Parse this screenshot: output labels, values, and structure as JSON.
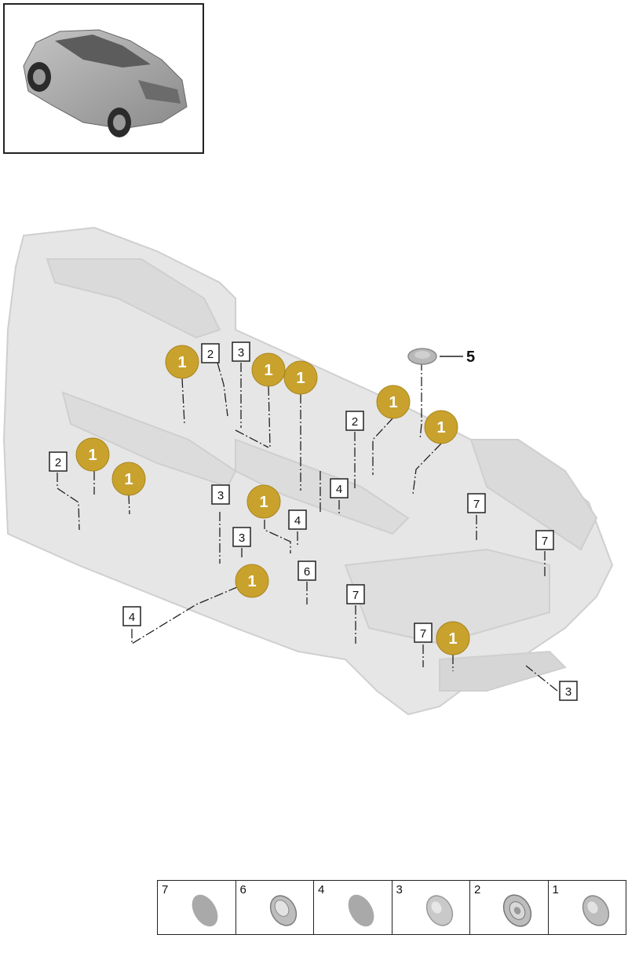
{
  "colors": {
    "callout_gold": "#C9A22E",
    "body_shell": "#E6E6E6",
    "body_edge": "#CFCFCF",
    "line": "#222222"
  },
  "callouts": [
    {
      "label": "1",
      "style": "gold"
    },
    {
      "label": "2",
      "style": "box"
    },
    {
      "label": "3",
      "style": "box"
    },
    {
      "label": "1",
      "style": "gold"
    },
    {
      "label": "1",
      "style": "gold"
    },
    {
      "label": "1",
      "style": "gold"
    },
    {
      "label": "2",
      "style": "box"
    },
    {
      "label": "1",
      "style": "gold"
    },
    {
      "label": "2",
      "style": "box"
    },
    {
      "label": "1",
      "style": "gold"
    },
    {
      "label": "1",
      "style": "gold"
    },
    {
      "label": "3",
      "style": "box"
    },
    {
      "label": "4",
      "style": "box"
    },
    {
      "label": "1",
      "style": "gold"
    },
    {
      "label": "1",
      "style": "gold"
    },
    {
      "label": "4",
      "style": "box"
    },
    {
      "label": "7",
      "style": "box"
    },
    {
      "label": "3",
      "style": "box"
    },
    {
      "label": "7",
      "style": "box"
    },
    {
      "label": "1",
      "style": "gold"
    },
    {
      "label": "6",
      "style": "box"
    },
    {
      "label": "7",
      "style": "box"
    },
    {
      "label": "4",
      "style": "box"
    },
    {
      "label": "7",
      "style": "box"
    },
    {
      "label": "1",
      "style": "gold"
    },
    {
      "label": "3",
      "style": "box"
    }
  ],
  "part5": {
    "label": "5"
  },
  "legend": [
    {
      "number": "7",
      "icon": "flat-plug-icon"
    },
    {
      "number": "6",
      "icon": "stepped-plug-icon"
    },
    {
      "number": "4",
      "icon": "flat-plug-icon"
    },
    {
      "number": "3",
      "icon": "domed-plug-icon"
    },
    {
      "number": "2",
      "icon": "ring-plug-icon"
    },
    {
      "number": "1",
      "icon": "domed-plug-icon"
    }
  ]
}
